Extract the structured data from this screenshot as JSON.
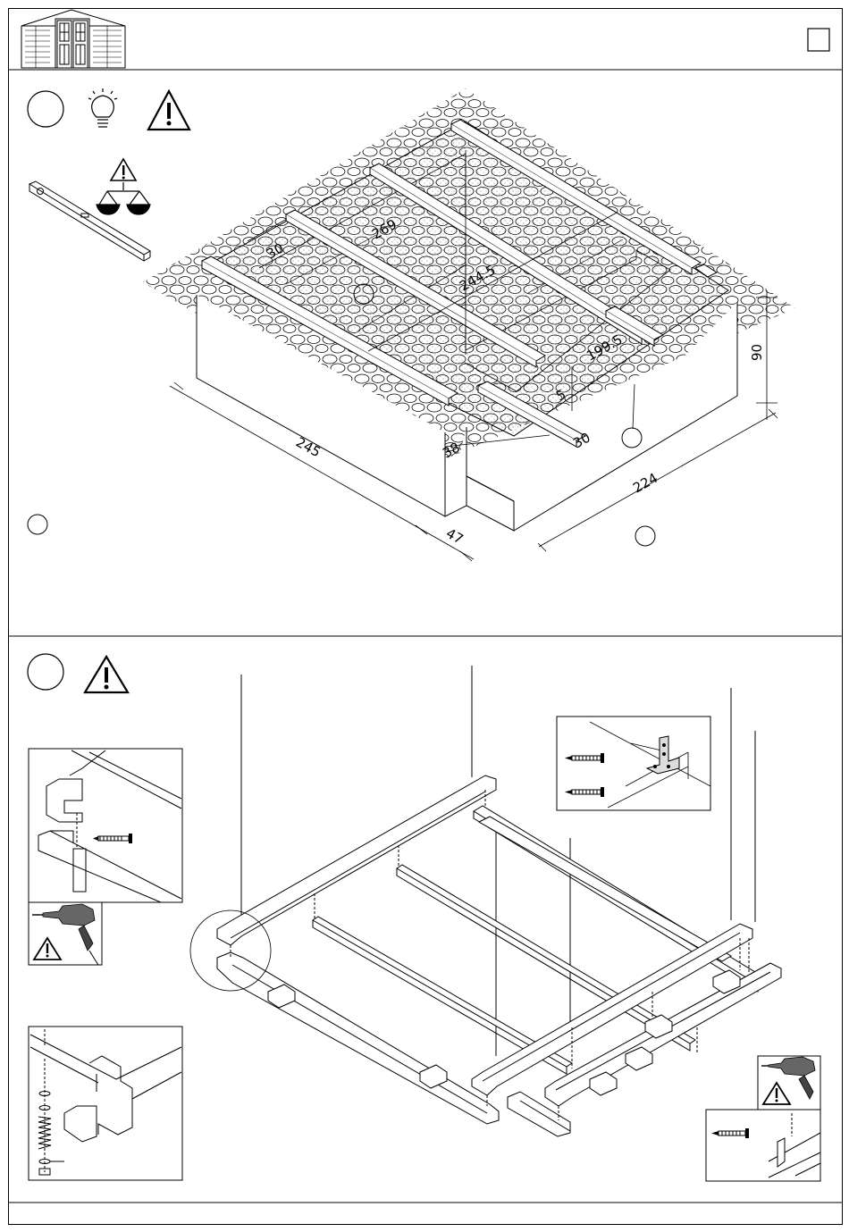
{
  "header": {
    "logo_icon": "shed-house-icon",
    "page_box": ""
  },
  "step1": {
    "step_number": "",
    "icons": [
      "lightbulb-icon",
      "warning-icon",
      "spirit-level-icon",
      "warning-icon",
      "balance-scale-icon"
    ],
    "dimensions": {
      "d_269": "269",
      "d_30_top": "30",
      "d_244_5": "244.5",
      "d_199_5": "199.5",
      "d_5": "5",
      "d_38": "38",
      "d_30_bottom": "30",
      "d_90": "90",
      "d_245": "245",
      "d_47": "47",
      "d_224": "224"
    }
  },
  "step2": {
    "step_number": "",
    "icons": [
      "warning-icon",
      "drill-icon",
      "screw-icon",
      "angle-bracket-icon",
      "bolt-washer-spring-icon"
    ]
  },
  "footer": {
    "text": ""
  }
}
